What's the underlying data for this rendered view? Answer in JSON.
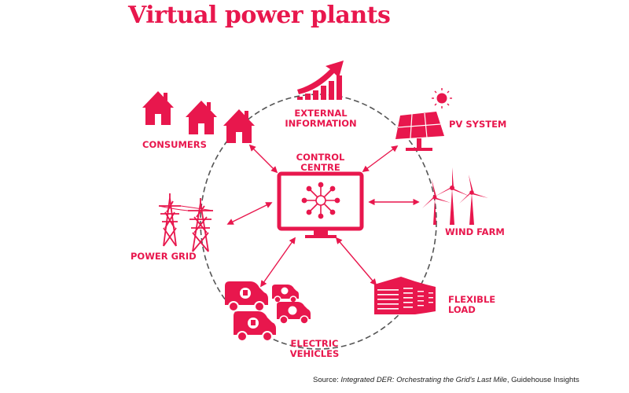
{
  "title": "Virtual power plants",
  "nodes": {
    "control_centre": [
      "CONTROL",
      "CENTRE"
    ],
    "external_information": [
      "EXTERNAL",
      "INFORMATION"
    ],
    "pv_system": [
      "PV SYSTEM"
    ],
    "consumers": [
      "CONSUMERS"
    ],
    "wind_farm": [
      "WIND FARM"
    ],
    "power_grid": [
      "POWER GRID"
    ],
    "flexible_load": [
      "FLEXIBLE",
      "LOAD"
    ],
    "electric_vehicles": [
      "ELECTRIC",
      "VEHICLES"
    ]
  },
  "source": {
    "prefix": "Source: ",
    "title": "Integrated DER: Orchestrating the Grid's Last Mile",
    "suffix": ", Guidehouse Insights"
  },
  "colors": {
    "accent": "#e8174d",
    "ring": "#555555",
    "text": "#222222"
  }
}
